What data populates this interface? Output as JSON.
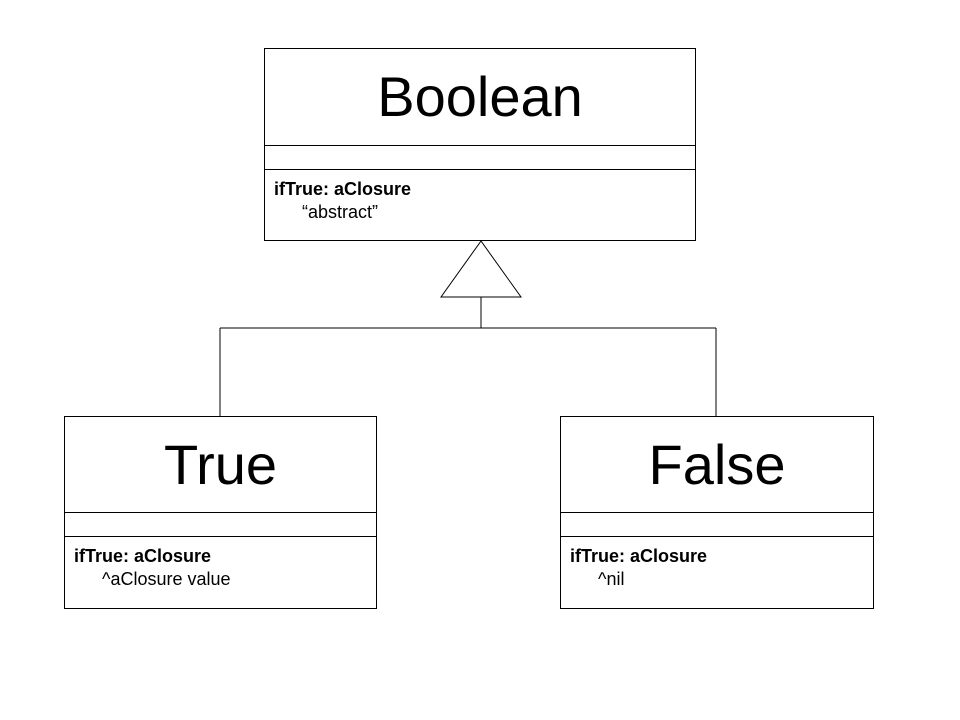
{
  "classes": {
    "boolean": {
      "name": "Boolean",
      "method_signature": "ifTrue: aClosure",
      "method_body": "“abstract”"
    },
    "true": {
      "name": "True",
      "method_signature": "ifTrue: aClosure",
      "method_body": "^aClosure value"
    },
    "false": {
      "name": "False",
      "method_signature": "ifTrue: aClosure",
      "method_body": "^nil"
    }
  },
  "relationship": {
    "type": "generalization",
    "parent": "Boolean",
    "children": [
      "True",
      "False"
    ]
  }
}
